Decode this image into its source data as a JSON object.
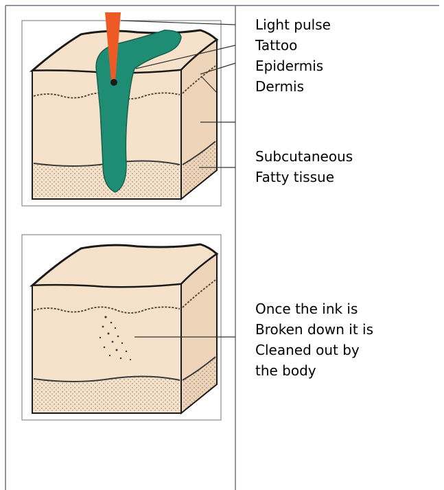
{
  "colors": {
    "skin": "#f6e2cb",
    "skin_shadow": "#e8cdb0",
    "outline": "#1a1a1a",
    "tattoo": "#1f8c74",
    "light_pulse": "#ee5a25",
    "frame": "#6e6e8a"
  },
  "top_panel": {
    "labels": {
      "light_pulse": "Light pulse",
      "tattoo": "Tattoo",
      "epidermis": "Epidermis",
      "dermis": "Dermis",
      "subcutaneous_1": "Subcutaneous",
      "subcutaneous_2": "Fatty tissue"
    }
  },
  "bottom_panel": {
    "caption": [
      "Once the ink is",
      "Broken down it is",
      "Cleaned out by",
      "the body"
    ]
  }
}
